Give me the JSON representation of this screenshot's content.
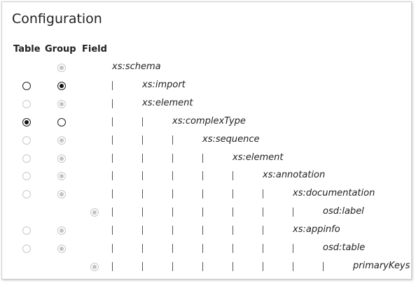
{
  "panel": {
    "title": "Configuration"
  },
  "headers": {
    "table": "Table",
    "group": "Group",
    "field": "Field"
  },
  "rows": [
    {
      "label": "xs:schema",
      "depth": 0,
      "table": null,
      "group": {
        "selected": true,
        "enabled": false
      },
      "field": null
    },
    {
      "label": "xs:import",
      "depth": 1,
      "table": {
        "selected": false,
        "enabled": true
      },
      "group": {
        "selected": true,
        "enabled": true
      },
      "field": null
    },
    {
      "label": "xs:element",
      "depth": 1,
      "table": {
        "selected": false,
        "enabled": false
      },
      "group": {
        "selected": true,
        "enabled": false
      },
      "field": null
    },
    {
      "label": "xs:complexType",
      "depth": 2,
      "table": {
        "selected": true,
        "enabled": true
      },
      "group": {
        "selected": false,
        "enabled": true
      },
      "field": null
    },
    {
      "label": "xs:sequence",
      "depth": 3,
      "table": {
        "selected": false,
        "enabled": false
      },
      "group": {
        "selected": true,
        "enabled": false
      },
      "field": null
    },
    {
      "label": "xs:element",
      "depth": 4,
      "table": {
        "selected": false,
        "enabled": false
      },
      "group": {
        "selected": true,
        "enabled": false
      },
      "field": null
    },
    {
      "label": "xs:annotation",
      "depth": 5,
      "table": {
        "selected": false,
        "enabled": false
      },
      "group": {
        "selected": true,
        "enabled": false
      },
      "field": null
    },
    {
      "label": "xs:documentation",
      "depth": 6,
      "table": {
        "selected": false,
        "enabled": false
      },
      "group": {
        "selected": true,
        "enabled": false
      },
      "field": null
    },
    {
      "label": "osd:label",
      "depth": 7,
      "table": null,
      "group": null,
      "field": {
        "selected": true,
        "enabled": false
      }
    },
    {
      "label": "xs:appinfo",
      "depth": 6,
      "table": {
        "selected": false,
        "enabled": false
      },
      "group": {
        "selected": true,
        "enabled": false
      },
      "field": null
    },
    {
      "label": "osd:table",
      "depth": 7,
      "table": {
        "selected": false,
        "enabled": false
      },
      "group": {
        "selected": true,
        "enabled": false
      },
      "field": null
    },
    {
      "label": "primaryKeys",
      "depth": 8,
      "table": null,
      "group": null,
      "field": {
        "selected": true,
        "enabled": false
      }
    }
  ]
}
